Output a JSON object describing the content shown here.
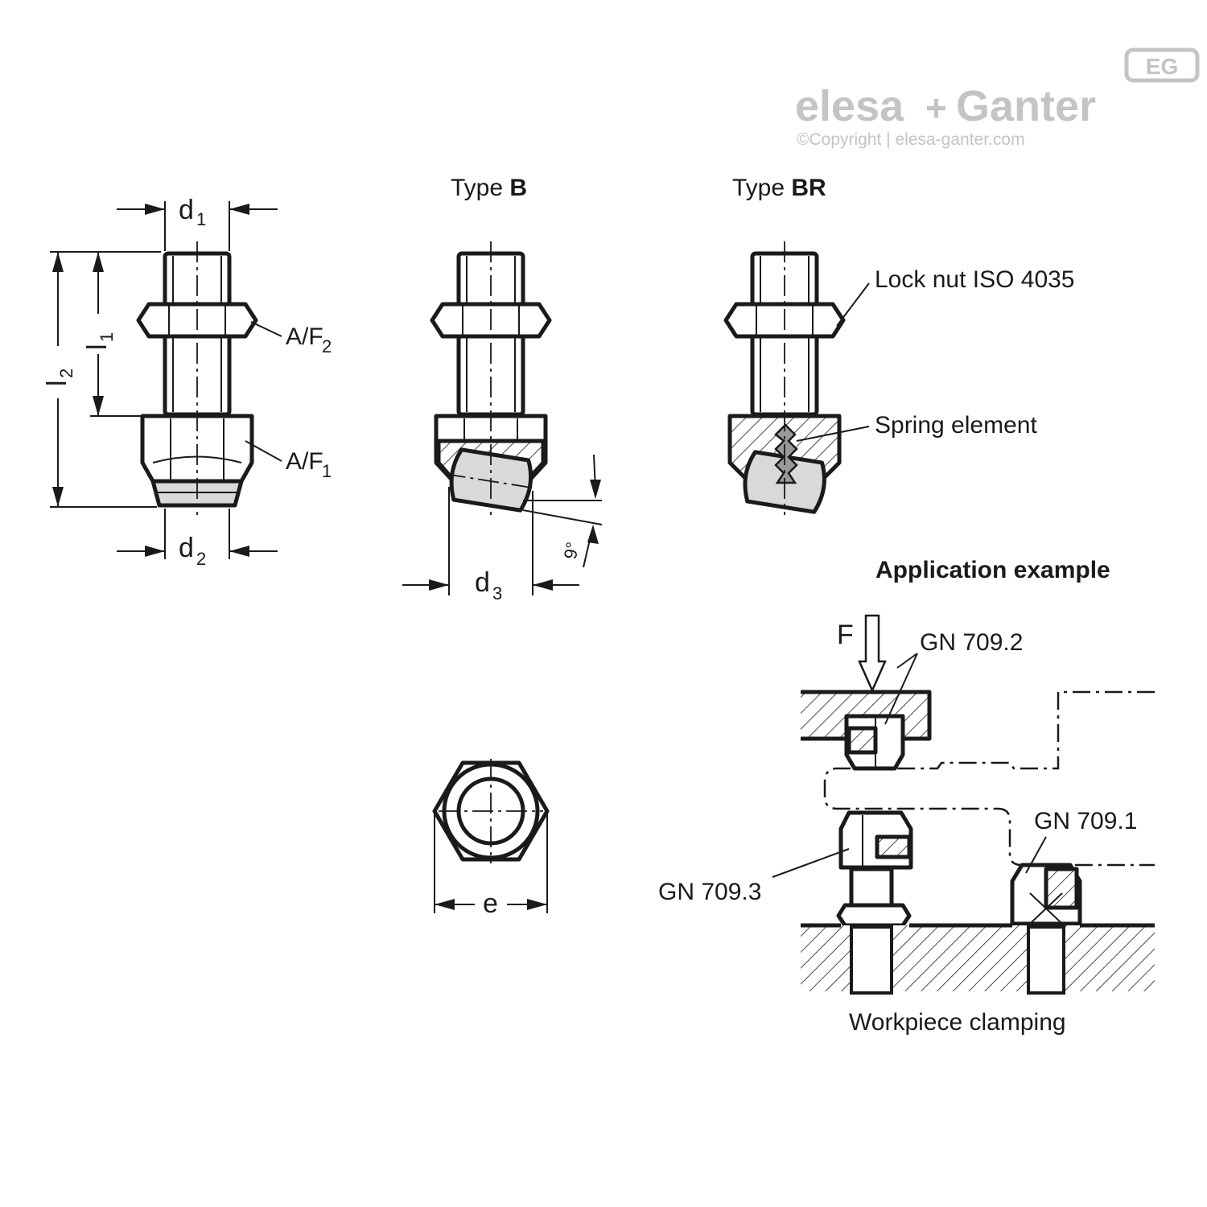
{
  "brand": {
    "name_part1": "elesa",
    "plus": "+",
    "name_part2": "Ganter",
    "badge": "EG",
    "copyright": "©Copyright | elesa-ganter.com",
    "color": "#c4c4c4"
  },
  "views": {
    "type_b_prefix": "Type ",
    "type_b_name": "B",
    "type_br_prefix": "Type ",
    "type_br_name": "BR"
  },
  "dimensions": {
    "d1": "d",
    "d1_sub": "1",
    "d2": "d",
    "d2_sub": "2",
    "d3": "d",
    "d3_sub": "3",
    "l1": "l",
    "l1_sub": "1",
    "l2": "l",
    "l2_sub": "2",
    "af2": "A/F",
    "af2_sub": "2",
    "af1": "A/F",
    "af1_sub": "1",
    "angle": "9°",
    "e": "e"
  },
  "callouts": {
    "lock_nut": "Lock nut ISO 4035",
    "spring_element": "Spring element"
  },
  "application": {
    "title": "Application example",
    "force": "F",
    "gn_709_2": "GN 709.2",
    "gn_709_1": "GN 709.1",
    "gn_709_3": "GN 709.3",
    "caption": "Workpiece clamping"
  }
}
